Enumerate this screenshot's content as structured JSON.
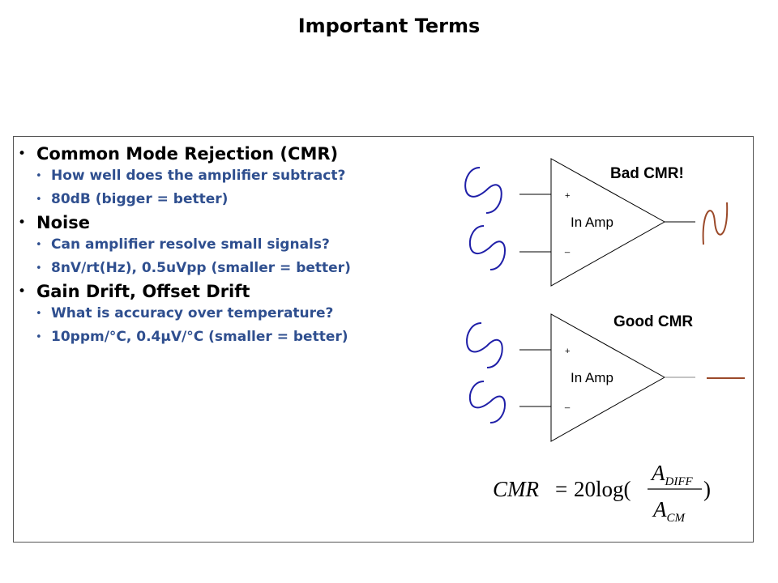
{
  "title": "Important Terms",
  "sections": [
    {
      "heading": "Common Mode Rejection (CMR)",
      "items": [
        "How well does the amplifier subtract?",
        "80dB (bigger = better)"
      ]
    },
    {
      "heading": "Noise",
      "items": [
        "Can amplifier resolve small signals?",
        "8nV/rt(Hz), 0.5uVpp  (smaller = better)"
      ]
    },
    {
      "heading": "Gain Drift, Offset Drift",
      "items": [
        "What is accuracy over temperature?",
        "10ppm/°C, 0.4µV/°C (smaller = better)"
      ]
    }
  ],
  "diagram": {
    "top_amp": {
      "label": "In Amp",
      "caption": "Bad CMR!",
      "plus": "+",
      "minus": "_"
    },
    "bottom_amp": {
      "label": "In Amp",
      "caption": "Good CMR",
      "plus": "+",
      "minus": "_"
    },
    "colors": {
      "input_wave": "#1f1fa8",
      "output_wave": "#9b4a2a",
      "line": "#000000"
    }
  },
  "formula": {
    "lhs": "CMR",
    "equals": "=",
    "func": "20log(",
    "close": ")",
    "num_base": "A",
    "num_sub": "DIFF",
    "den_base": "A",
    "den_sub": "CM"
  }
}
